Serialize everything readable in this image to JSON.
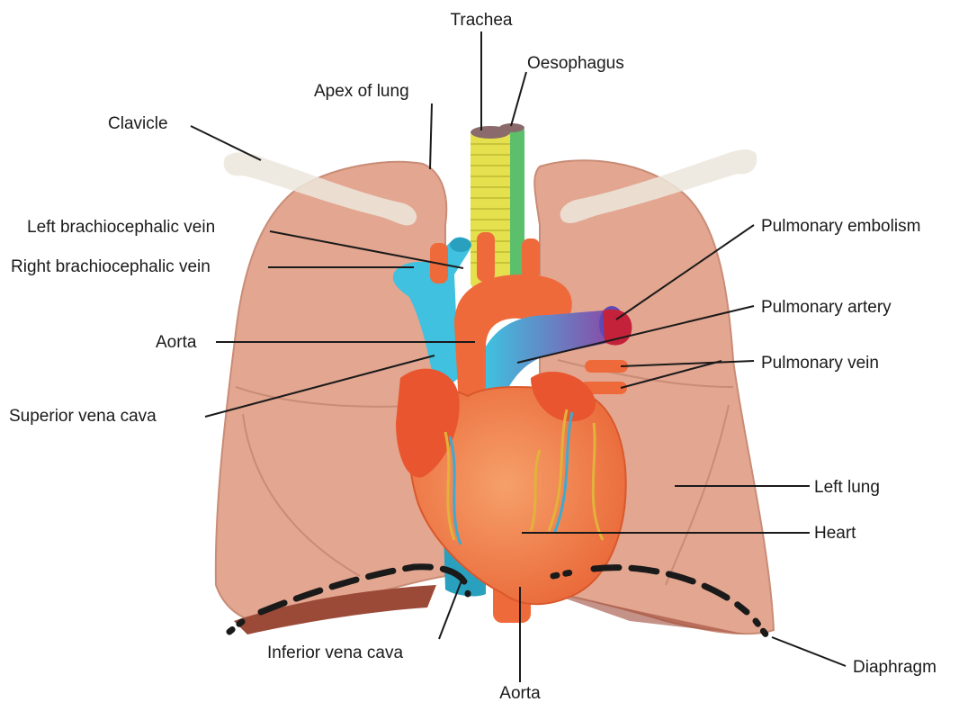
{
  "labels": {
    "trachea": "Trachea",
    "oesophagus": "Oesophagus",
    "apex_of_lung": "Apex of lung",
    "clavicle": "Clavicle",
    "left_brachiocephalic_vein": "Left brachiocephalic vein",
    "right_brachiocephalic_vein": "Right brachiocephalic vein",
    "aorta_upper": "Aorta",
    "superior_vena_cava": "Superior vena cava",
    "pulmonary_embolism": "Pulmonary embolism",
    "pulmonary_artery": "Pulmonary artery",
    "pulmonary_vein": "Pulmonary vein",
    "left_lung": "Left lung",
    "heart": "Heart",
    "inferior_vena_cava": "Inferior vena cava",
    "aorta_lower": "Aorta",
    "diaphragm": "Diaphragm"
  },
  "colors": {
    "lung": "#e3a690",
    "lung_edge": "#c98c76",
    "clavicle": "#ece6dc",
    "trachea": "#e4e04e",
    "oesophagus": "#5cbf6c",
    "vein": "#3fc1df",
    "aorta": "#ef6a3b",
    "heart": "#f2884f",
    "embolism": "#c4213a",
    "diaphragm_line": "#1a1a1a"
  }
}
